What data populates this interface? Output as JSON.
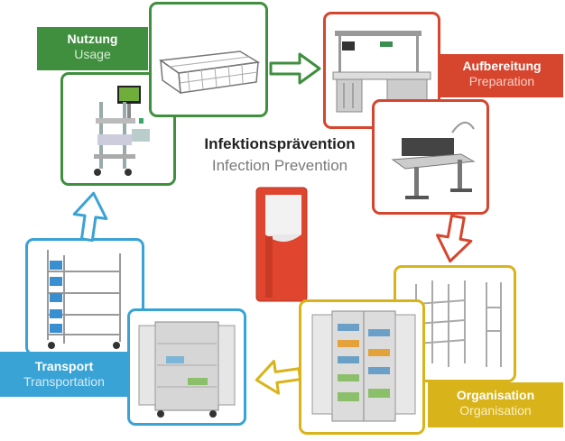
{
  "center": {
    "title_de": "Infektionsprävention",
    "title_en": "Infection Prevention"
  },
  "stages": {
    "usage": {
      "de": "Nutzung",
      "en": "Usage",
      "color": "#3f8f3f",
      "en_color": "#d8ecd2"
    },
    "preparation": {
      "de": "Aufbereitung",
      "en": "Preparation",
      "color": "#d6452e",
      "en_color": "#f6cfc4"
    },
    "organisation": {
      "de": "Organisation",
      "en": "Organisation",
      "color": "#d8b41a",
      "en_color": "#fbf0c2"
    },
    "transport": {
      "de": "Transport",
      "en": "Transportation",
      "color": "#3aa3d6",
      "en_color": "#d3ecf8"
    }
  },
  "colors": {
    "green": "#3f8f3f",
    "red": "#d6452e",
    "yellow": "#d8b41a",
    "blue": "#3aa3d6",
    "dispenser": "#e0462f"
  },
  "icons": [
    "wire-basket-icon",
    "computer-workstation-cart-icon",
    "reprocessing-workbench-icon",
    "adjustable-table-icon",
    "disinfectant-dispenser-icon",
    "shelving-rack-icon",
    "storage-cabinet-icon",
    "transport-trolley-icon",
    "transport-cabinet-icon",
    "cycle-arrow-icon"
  ]
}
